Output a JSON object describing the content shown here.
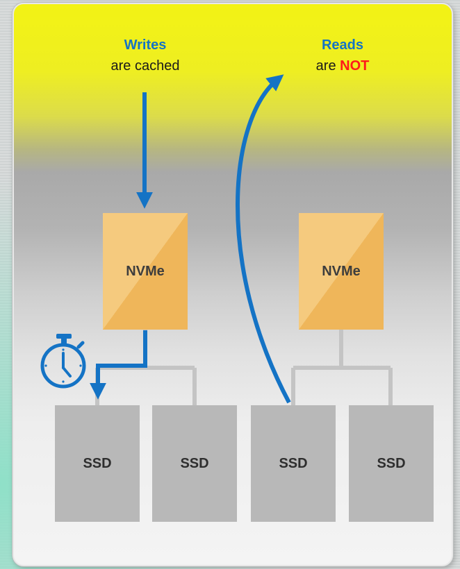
{
  "writes": {
    "title": "Writes",
    "subtitle": "are cached"
  },
  "reads": {
    "title": "Reads",
    "prefix": "are ",
    "emphasis": "NOT"
  },
  "nvme_left": {
    "label": "NVMe"
  },
  "nvme_right": {
    "label": "NVMe"
  },
  "ssds": [
    {
      "label": "SSD"
    },
    {
      "label": "SSD"
    },
    {
      "label": "SSD"
    },
    {
      "label": "SSD"
    }
  ],
  "icons": {
    "timer": "stopwatch-icon"
  },
  "colors": {
    "arrow_blue": "#1473c5",
    "emphasis_red": "#ff1a1a",
    "nvme_orange": "#efb65a",
    "ssd_gray": "#b8b8b8",
    "panel_yellow": "#f3f314"
  }
}
